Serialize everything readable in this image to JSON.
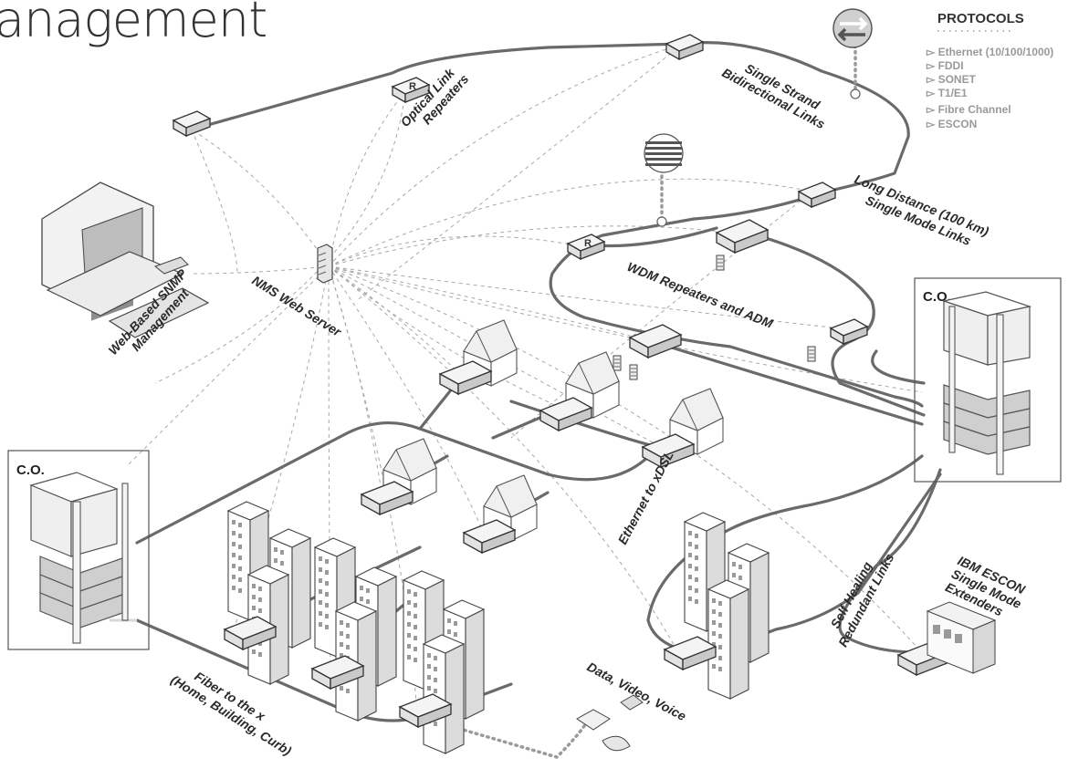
{
  "title": "anagement",
  "protocols": {
    "heading": "PROTOCOLS",
    "items": [
      "▻ Ethernet (10/100/1000)",
      "▻ FDDI",
      "▻ SONET",
      "▻ T1/E1",
      "▻ Fibre Channel",
      "▻ ESCON"
    ]
  },
  "labels": {
    "optical_link_repeaters": [
      "Optical Link",
      "Repeaters"
    ],
    "single_strand": [
      "Single Strand",
      "Bidirectional Links"
    ],
    "long_distance": [
      "Long Distance (100 km)",
      "Single Mode Links"
    ],
    "wdm": "WDM Repeaters and ADM",
    "nms": "NMS Web Server",
    "web_snmp": [
      "Web-Based SNMP",
      "Management"
    ],
    "co_right": "C.O.",
    "co_left": "C.O.",
    "ethernet_xdsl": "Ethernet to xDSL",
    "self_healing": [
      "Self Healing",
      "Redundant Links"
    ],
    "ibm_escon": [
      "IBM ESCON",
      "Single Mode",
      "Extenders"
    ],
    "data_video_voice": "Data, Video, Voice",
    "fiber_x": [
      "Fiber to the x",
      "(Home, Building, Curb)"
    ],
    "repeater_badge": "R"
  },
  "colors": {
    "fiber": "#6a6a6a",
    "management_link": "#a8a8a8",
    "protocol_items": "#9a9a9a"
  }
}
